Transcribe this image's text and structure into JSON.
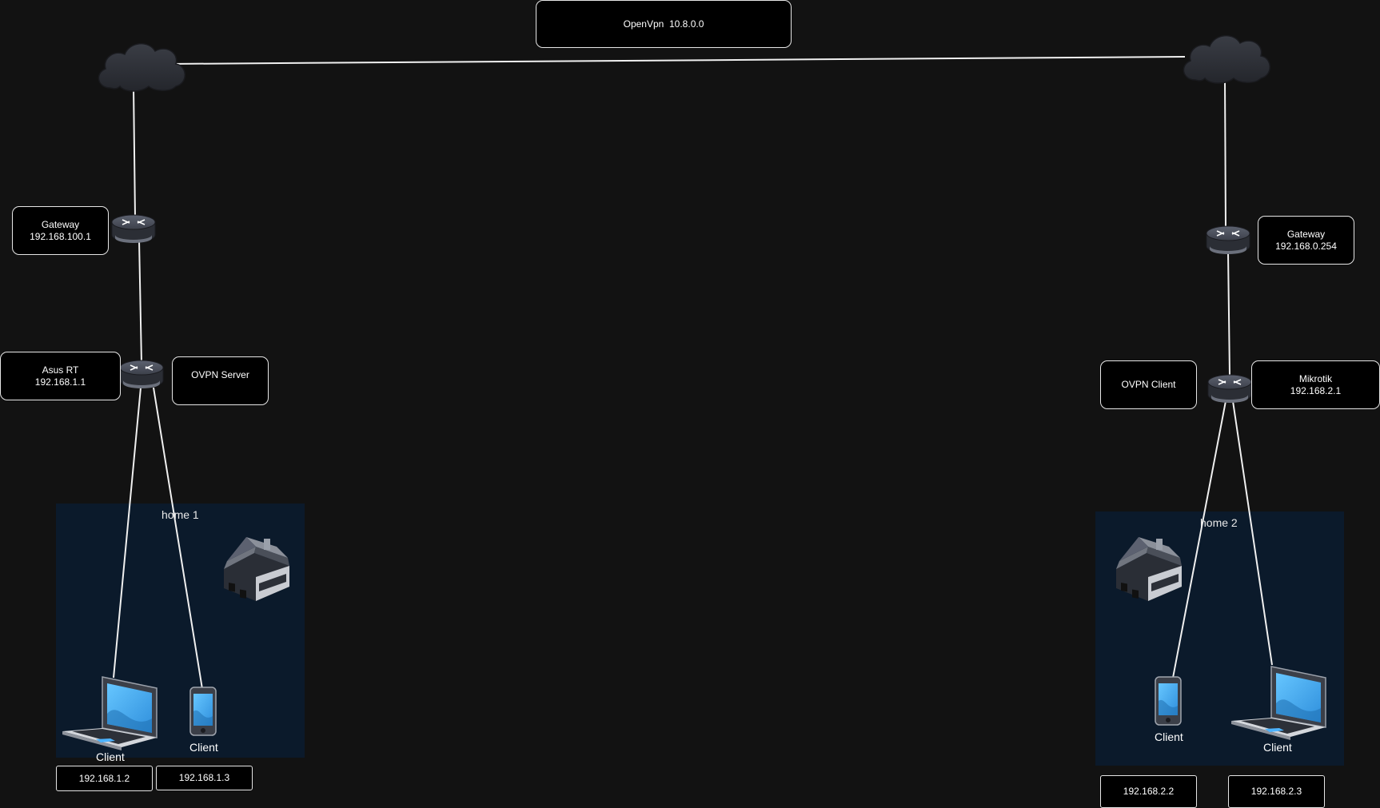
{
  "vpn": {
    "label": "OpenVpn  10.8.0.0"
  },
  "site1": {
    "gateway": {
      "name": "Gateway",
      "ip": "192.168.100.1"
    },
    "router": {
      "name": "Asus RT",
      "ip": "192.168.1.1"
    },
    "role": "OVPN Server",
    "home": "home 1",
    "clients": [
      {
        "label": "Client",
        "ip": "192.168.1.2",
        "device": "laptop"
      },
      {
        "label": "Client",
        "ip": "192.168.1.3",
        "device": "phone"
      }
    ]
  },
  "site2": {
    "gateway": {
      "name": "Gateway",
      "ip": "192.168.0.254"
    },
    "router": {
      "name": "Mikrotik",
      "ip": "192.168.2.1"
    },
    "role": "OVPN Client",
    "home": "home 2",
    "clients": [
      {
        "label": "Client",
        "ip": "192.168.2.2",
        "device": "phone"
      },
      {
        "label": "Client",
        "ip": "192.168.2.3",
        "device": "laptop"
      }
    ]
  },
  "colors": {
    "background": "#121212",
    "home_area": "#0b1a2b",
    "link": "#f0f0f0",
    "device_body": "#3a3f4a",
    "screen": "#4db3ff"
  }
}
